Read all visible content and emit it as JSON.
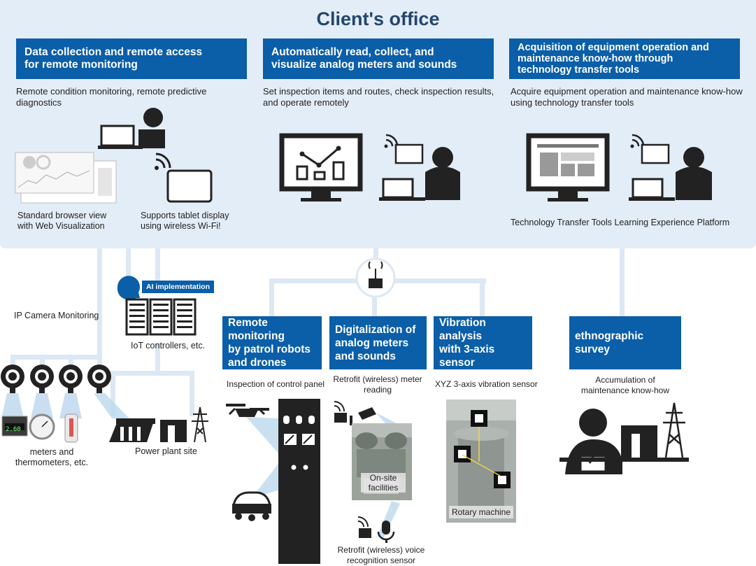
{
  "office": {
    "title": "Client's office",
    "col1": {
      "header": "Data collection and remote access for remote monitoring",
      "header_l1": "Data collection and remote access",
      "header_l2": "for remote monitoring",
      "desc": "Remote condition monitoring, remote predictive diagnostics",
      "cap_left_l1": "Standard browser view",
      "cap_left_l2": "with Web Visualization",
      "cap_right_l1": "Supports tablet display",
      "cap_right_l2": "using wireless Wi-Fi!"
    },
    "col2": {
      "header_l1": "Automatically read, collect, and",
      "header_l2": "visualize analog meters and sounds",
      "desc_l1": "Set inspection items and routes, check inspection results,",
      "desc_l2": "and operate remotely"
    },
    "col3": {
      "header_l1": "Acquisition of equipment operation and",
      "header_l2": "maintenance know-how through",
      "header_l3": "technology transfer tools",
      "desc_l1": "Acquire equipment operation and maintenance know-how",
      "desc_l2": "using technology transfer tools",
      "caption": "Technology Transfer Tools Learning Experience Platform"
    }
  },
  "site": {
    "ip_camera": "IP Camera Monitoring",
    "ai_tag": "AI implementation",
    "iot": "IoT controllers, etc.",
    "meters_l1": "meters and",
    "meters_l2": "thermometers, etc.",
    "power_plant": "Power plant site",
    "meter_reading": "2.60"
  },
  "services": {
    "robots": {
      "l1": "Remote monitoring",
      "l2": "by patrol robots",
      "l3": "and drones",
      "caption": "Inspection of control panel"
    },
    "analog": {
      "l1": "Digitalization of",
      "l2": "analog meters",
      "l3": "and sounds",
      "caption_l1": "Retrofit (wireless) meter",
      "caption_l2": "reading",
      "photo_l1": "On-site",
      "photo_l2": "facilities",
      "voice_l1": "Retrofit (wireless) voice",
      "voice_l2": "recognition sensor"
    },
    "vibration": {
      "l1": "Vibration analysis",
      "l2": "with 3-axis sensor",
      "caption": "XYZ 3-axis vibration sensor",
      "photo_label": "Rotary machine"
    },
    "ethno": {
      "title": "ethnographic survey",
      "caption_l1": "Accumulation of",
      "caption_l2": "maintenance know-how"
    }
  },
  "colors": {
    "header_blue": "#0b5ea8",
    "office_bg": "#e3edf7",
    "connector": "#dce8f3",
    "icon": "#222222"
  }
}
